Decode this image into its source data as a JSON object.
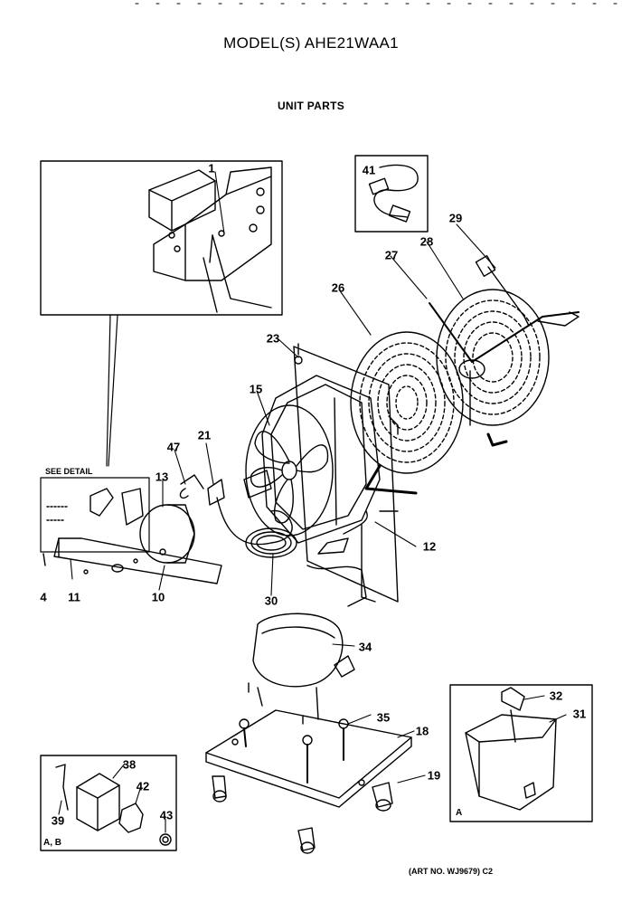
{
  "title": "MODEL(S) AHE21WAA1",
  "subtitle": "UNIT PARTS",
  "see_detail": "SEE DETAIL",
  "art_no": "(ART NO. WJ9679) C2",
  "inset_labels": {
    "tray": "A",
    "relay": "A, B"
  },
  "callouts": [
    {
      "id": "1",
      "text": "1"
    },
    {
      "id": "41",
      "text": "41"
    },
    {
      "id": "29",
      "text": "29"
    },
    {
      "id": "28",
      "text": "28"
    },
    {
      "id": "27",
      "text": "27"
    },
    {
      "id": "26",
      "text": "26"
    },
    {
      "id": "23",
      "text": "23"
    },
    {
      "id": "15",
      "text": "15"
    },
    {
      "id": "21",
      "text": "21"
    },
    {
      "id": "47",
      "text": "47"
    },
    {
      "id": "13",
      "text": "13"
    },
    {
      "id": "12",
      "text": "12"
    },
    {
      "id": "4",
      "text": "4"
    },
    {
      "id": "11",
      "text": "11"
    },
    {
      "id": "10",
      "text": "10"
    },
    {
      "id": "30",
      "text": "30"
    },
    {
      "id": "34",
      "text": "34"
    },
    {
      "id": "35",
      "text": "35"
    },
    {
      "id": "18",
      "text": "18"
    },
    {
      "id": "19",
      "text": "19"
    },
    {
      "id": "32",
      "text": "32"
    },
    {
      "id": "31",
      "text": "31"
    },
    {
      "id": "38",
      "text": "38"
    },
    {
      "id": "42",
      "text": "42"
    },
    {
      "id": "39",
      "text": "39"
    },
    {
      "id": "43",
      "text": "43"
    }
  ]
}
